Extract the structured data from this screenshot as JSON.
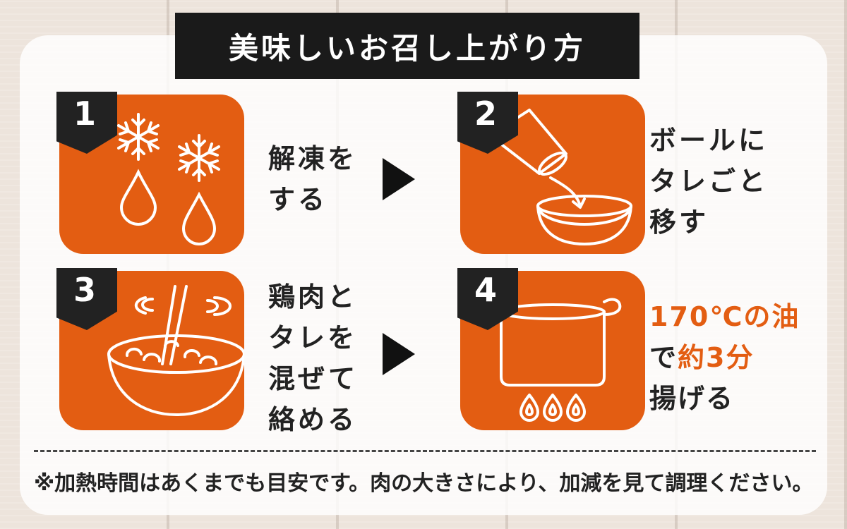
{
  "title": "美味しいお召し上がり方",
  "steps": [
    {
      "number": "1",
      "icon": "snowflake-drops-icon",
      "lines": [
        "解凍を",
        "する"
      ]
    },
    {
      "number": "2",
      "icon": "pour-into-bowl-icon",
      "lines": [
        "ボールに",
        "タレごと",
        "移す"
      ]
    },
    {
      "number": "3",
      "icon": "mixing-bowl-chopsticks-icon",
      "lines": [
        "鶏肉と",
        "タレを",
        "混ぜて",
        "絡める"
      ]
    },
    {
      "number": "4",
      "icon": "pot-on-flame-icon",
      "line1": "170℃の油",
      "line2a": "で",
      "line2b": "約3分",
      "line3": "揚げる"
    }
  ],
  "note": "※加熱時間はあくまでも目安です。肉の大きさにより、加減を見て調理ください。",
  "colors": {
    "accent": "#e35d12",
    "dark": "#1a1a1a"
  }
}
